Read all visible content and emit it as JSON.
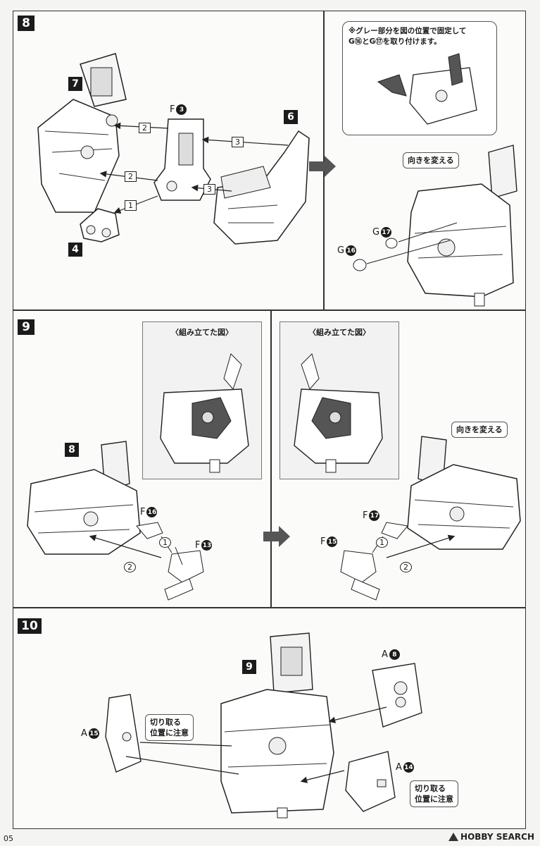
{
  "steps": {
    "s8": {
      "num": "8",
      "refs": {
        "r7": "7",
        "r6": "6",
        "r4": "4"
      },
      "part_f3": {
        "letter": "F",
        "num": "3"
      },
      "arrows": {
        "a1": "1",
        "a2a": "2",
        "a2b": "2",
        "a3a": "3",
        "a3b": "3"
      },
      "note": "※グレー部分を図の位置で固定して\nG⑯とG⑰を取り付けます。",
      "callout": "向きを変える",
      "part_g17": {
        "letter": "G",
        "num": "17"
      },
      "part_g16": {
        "letter": "G",
        "num": "16"
      }
    },
    "s9": {
      "num": "9",
      "ref8": "8",
      "inset_title_left": "〈組み立てた図〉",
      "inset_title_right": "〈組み立てた図〉",
      "part_f16": {
        "letter": "F",
        "num": "16"
      },
      "part_f13": {
        "letter": "F",
        "num": "13"
      },
      "part_f17": {
        "letter": "F",
        "num": "17"
      },
      "part_f15": {
        "letter": "F",
        "num": "15"
      },
      "arrows": {
        "l1": "1",
        "l2": "2",
        "r1": "1",
        "r2": "2"
      },
      "callout": "向きを変える"
    },
    "s10": {
      "num": "10",
      "ref9": "9",
      "part_a8": {
        "letter": "A",
        "num": "8"
      },
      "part_a15": {
        "letter": "A",
        "num": "15"
      },
      "part_a14": {
        "letter": "A",
        "num": "14"
      },
      "callout_left": "切り取る\n位置に注意",
      "callout_right": "切り取る\n位置に注意"
    }
  },
  "footer": {
    "page": "05",
    "watermark": "HOBBY SEARCH"
  }
}
